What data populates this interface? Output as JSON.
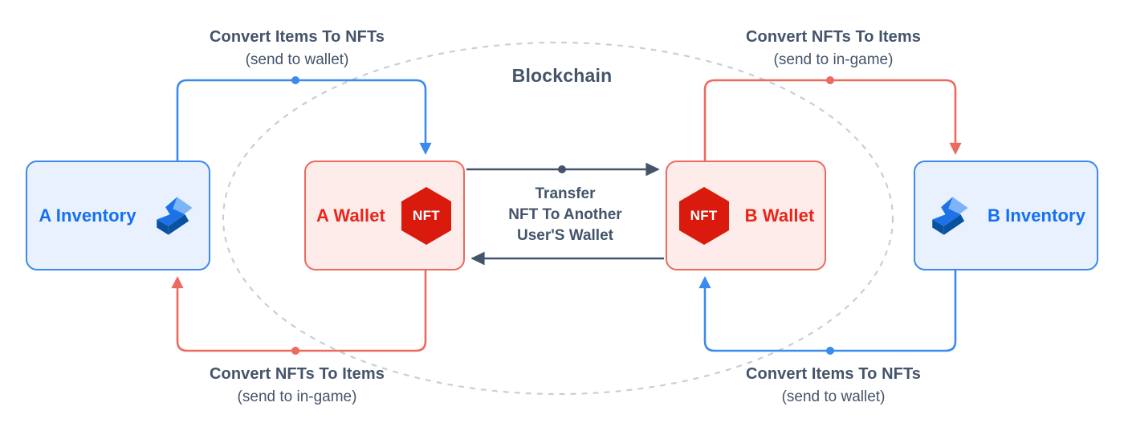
{
  "diagram": {
    "title": "Blockchain",
    "ellipse_label": "Blockchain",
    "colors": {
      "inventory_accent": "#1570ef",
      "inventory_border": "#3b8aee",
      "inventory_fill": "#e8f1fd",
      "wallet_accent": "#e8251a",
      "wallet_border": "#ec6a5e",
      "wallet_fill": "#fdecea",
      "text": "#44546b",
      "transfer_arrow": "#44546b",
      "ellipse_dash": "#c8ced8",
      "nft_hex": "#d91a0c",
      "background": "#ffffff"
    }
  },
  "nodes": {
    "a_inventory": {
      "label": "A Inventory",
      "icon": "inventory-bolt-icon"
    },
    "a_wallet": {
      "label": "A Wallet",
      "badge": "NFT",
      "icon": "nft-hexagon-icon"
    },
    "b_wallet": {
      "label": "B Wallet",
      "badge": "NFT",
      "icon": "nft-hexagon-icon"
    },
    "b_inventory": {
      "label": "B Inventory",
      "icon": "inventory-bolt-icon"
    }
  },
  "flows": {
    "top_left": {
      "title": "Convert Items To NFTs",
      "sub": "(send to wallet)",
      "color": "#3b8aee",
      "from": "A Inventory",
      "to": "A Wallet"
    },
    "top_right": {
      "title": "Convert NFTs To Items",
      "sub": "(send to in-game)",
      "color": "#ec6a5e",
      "from": "B Wallet",
      "to": "B Inventory"
    },
    "bottom_left": {
      "title": "Convert NFTs To Items",
      "sub": "(send to in-game)",
      "color": "#ec6a5e",
      "from": "A Wallet",
      "to": "A Inventory"
    },
    "bottom_right": {
      "title": "Convert Items To NFTs",
      "sub": "(send to wallet)",
      "color": "#3b8aee",
      "from": "B Inventory",
      "to": "B Wallet"
    },
    "transfer": {
      "line1": "Transfer",
      "line2": "NFT To Another",
      "line3": "User'S Wallet",
      "color": "#44546b"
    }
  }
}
